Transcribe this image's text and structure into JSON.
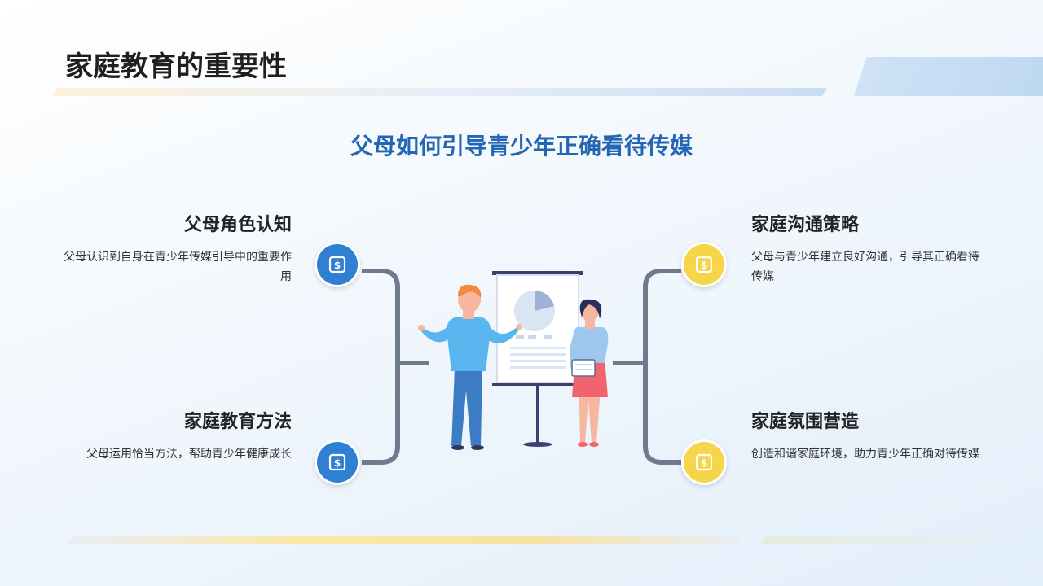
{
  "header": {
    "title": "家庭教育的重要性"
  },
  "main": {
    "subtitle": "父母如何引导青少年正确看待传媒",
    "items": [
      {
        "title": "父母角色认知",
        "desc": "父母认识到自身在青少年传媒引导中的重要作用",
        "icon": "tablet-money-icon",
        "color": "#2f7fd2"
      },
      {
        "title": "家庭教育方法",
        "desc": "父母运用恰当方法，帮助青少年健康成长",
        "icon": "tablet-money-icon",
        "color": "#2f7fd2"
      },
      {
        "title": "家庭沟通策略",
        "desc": "父母与青少年建立良好沟通，引导其正确看待传媒",
        "icon": "tablet-money-icon",
        "color": "#f7d54b"
      },
      {
        "title": "家庭氛围营造",
        "desc": "创造和谐家庭环境，助力青少年正确对待传媒",
        "icon": "tablet-money-icon",
        "color": "#f7d54b"
      }
    ]
  },
  "colors": {
    "accent_blue": "#2367b4",
    "connector": "#6f7a8c",
    "badge_blue": "#2f7fd2",
    "badge_yellow": "#f7d54b"
  }
}
